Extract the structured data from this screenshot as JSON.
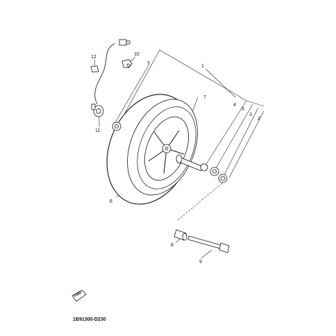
{
  "diagram": {
    "code": "1B91300-D230",
    "fwd_label": "FWD",
    "callouts": [
      "1",
      "2",
      "3",
      "3",
      "4",
      "5",
      "6",
      "7",
      "8",
      "9",
      "10",
      "11",
      "12"
    ]
  }
}
